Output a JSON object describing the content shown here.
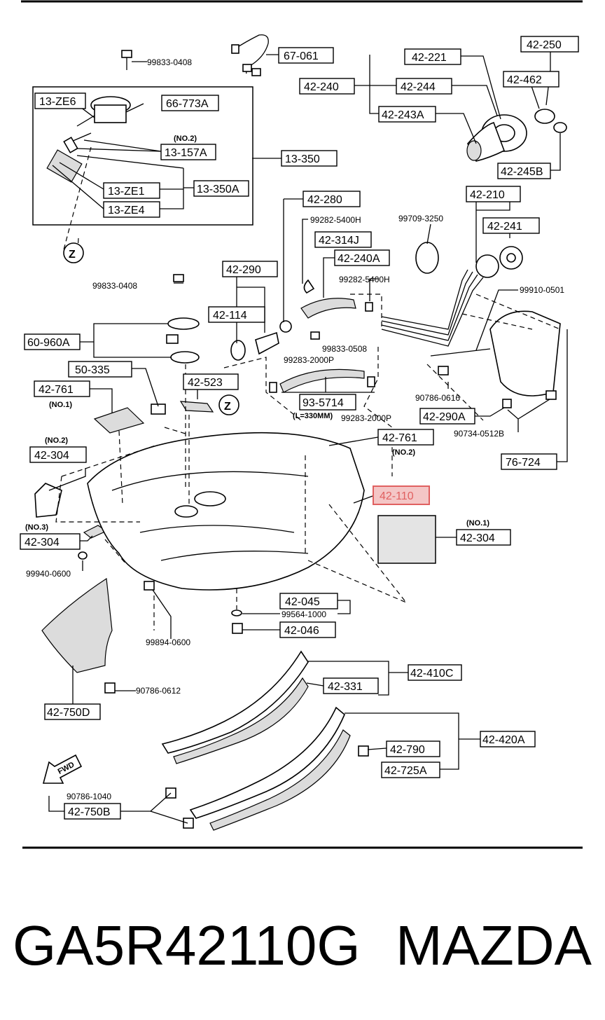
{
  "diagram": {
    "labels": [
      {
        "id": "l67061",
        "text": "67-061"
      },
      {
        "id": "l42221",
        "text": "42-221"
      },
      {
        "id": "l42250",
        "text": "42-250"
      },
      {
        "id": "l42240",
        "text": "42-240"
      },
      {
        "id": "l42244",
        "text": "42-244"
      },
      {
        "id": "l42462",
        "text": "42-462"
      },
      {
        "id": "l42243A",
        "text": "42-243A"
      },
      {
        "id": "l42245B",
        "text": "42-245B"
      },
      {
        "id": "l13ZE6",
        "text": "13-ZE6"
      },
      {
        "id": "l66773A",
        "text": "66-773A"
      },
      {
        "id": "l13157A",
        "text": "13-157A"
      },
      {
        "id": "l13350",
        "text": "13-350"
      },
      {
        "id": "l13350A",
        "text": "13-350A"
      },
      {
        "id": "l13ZE1",
        "text": "13-ZE1"
      },
      {
        "id": "l13ZE4",
        "text": "13-ZE4"
      },
      {
        "id": "l42280",
        "text": "42-280"
      },
      {
        "id": "l42210",
        "text": "42-210"
      },
      {
        "id": "l42241",
        "text": "42-241"
      },
      {
        "id": "l42314J",
        "text": "42-314J"
      },
      {
        "id": "l42240A",
        "text": "42-240A"
      },
      {
        "id": "l42290",
        "text": "42-290"
      },
      {
        "id": "l42114",
        "text": "42-114"
      },
      {
        "id": "l60960A",
        "text": "60-960A"
      },
      {
        "id": "l50335",
        "text": "50-335"
      },
      {
        "id": "l42761a",
        "text": "42-761"
      },
      {
        "id": "l42523",
        "text": "42-523"
      },
      {
        "id": "l935714",
        "text": "93-5714"
      },
      {
        "id": "l42290A",
        "text": "42-290A"
      },
      {
        "id": "l42761b",
        "text": "42-761"
      },
      {
        "id": "l42304a",
        "text": "42-304"
      },
      {
        "id": "l76724",
        "text": "76-724"
      },
      {
        "id": "l42304b",
        "text": "42-304"
      },
      {
        "id": "l42304c",
        "text": "42-304"
      },
      {
        "id": "l42045",
        "text": "42-045"
      },
      {
        "id": "l42046",
        "text": "42-046"
      },
      {
        "id": "l42410C",
        "text": "42-410C"
      },
      {
        "id": "l42331",
        "text": "42-331"
      },
      {
        "id": "l42750D",
        "text": "42-750D"
      },
      {
        "id": "l42420A",
        "text": "42-420A"
      },
      {
        "id": "l42790",
        "text": "42-790"
      },
      {
        "id": "l42725A",
        "text": "42-725A"
      },
      {
        "id": "l42750B",
        "text": "42-750B"
      }
    ],
    "highlighted": {
      "text": "42-110",
      "color": "#e06060"
    },
    "small_labels": [
      {
        "id": "s1",
        "text": "99833-0408"
      },
      {
        "id": "s2",
        "text": "(NO.2)"
      },
      {
        "id": "s3",
        "text": "99282-5400H"
      },
      {
        "id": "s4",
        "text": "99709-3250"
      },
      {
        "id": "s5",
        "text": "99282-5400H"
      },
      {
        "id": "s6",
        "text": "99833-0408"
      },
      {
        "id": "s7",
        "text": "99910-0501"
      },
      {
        "id": "s8",
        "text": "99833-0508"
      },
      {
        "id": "s9",
        "text": "99283-2000P"
      },
      {
        "id": "s10",
        "text": "90786-0616"
      },
      {
        "id": "s11",
        "text": "(NO.1)"
      },
      {
        "id": "s12",
        "text": "(L=330MM)"
      },
      {
        "id": "s13",
        "text": "99283-2000P"
      },
      {
        "id": "s14",
        "text": "90734-0512B"
      },
      {
        "id": "s15",
        "text": "(NO.2)"
      },
      {
        "id": "s16",
        "text": "(NO.2)"
      },
      {
        "id": "s17",
        "text": "(NO.3)"
      },
      {
        "id": "s18",
        "text": "(NO.1)"
      },
      {
        "id": "s19",
        "text": "99940-0600"
      },
      {
        "id": "s20",
        "text": "99564-1000"
      },
      {
        "id": "s21",
        "text": "99894-0600"
      },
      {
        "id": "s22",
        "text": "90786-0612"
      },
      {
        "id": "s23",
        "text": "90786-1040"
      },
      {
        "id": "s24",
        "text": "FWD"
      },
      {
        "id": "s25",
        "text": "Z"
      },
      {
        "id": "s26",
        "text": "Z"
      }
    ]
  },
  "footer": {
    "part_number": "GA5R42110G",
    "brand": "MAZDA"
  }
}
